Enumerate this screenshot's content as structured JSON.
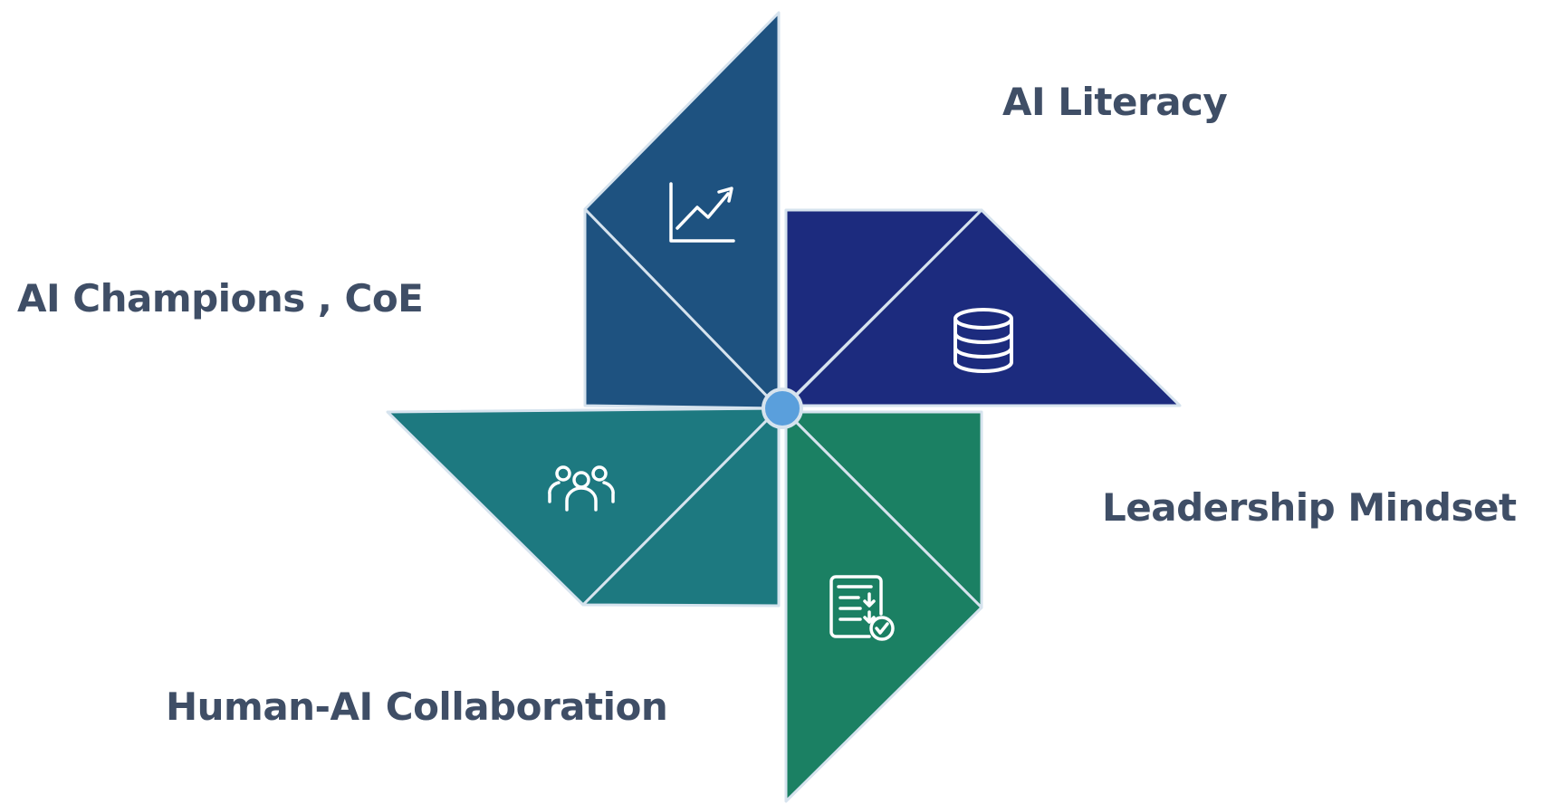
{
  "labels": {
    "ai_literacy": "AI Literacy",
    "ai_champions": "AI Champions , CoE",
    "leadership_mindset": "Leadership Mindset",
    "human_ai_collaboration": "Human-AI Collaboration"
  },
  "blades": [
    {
      "id": "top",
      "color": "#1e5280",
      "icon": "chart-trend-icon"
    },
    {
      "id": "right",
      "color": "#1c2b7e",
      "icon": "database-icon"
    },
    {
      "id": "left",
      "color": "#1d7980",
      "icon": "people-group-icon"
    },
    {
      "id": "bottom",
      "color": "#1b8063",
      "icon": "checklist-document-icon"
    }
  ],
  "colors": {
    "label_text": "#3f4e66",
    "stroke": "#d6e3ee",
    "hub": "#5a9fdc",
    "icon": "#ffffff"
  }
}
